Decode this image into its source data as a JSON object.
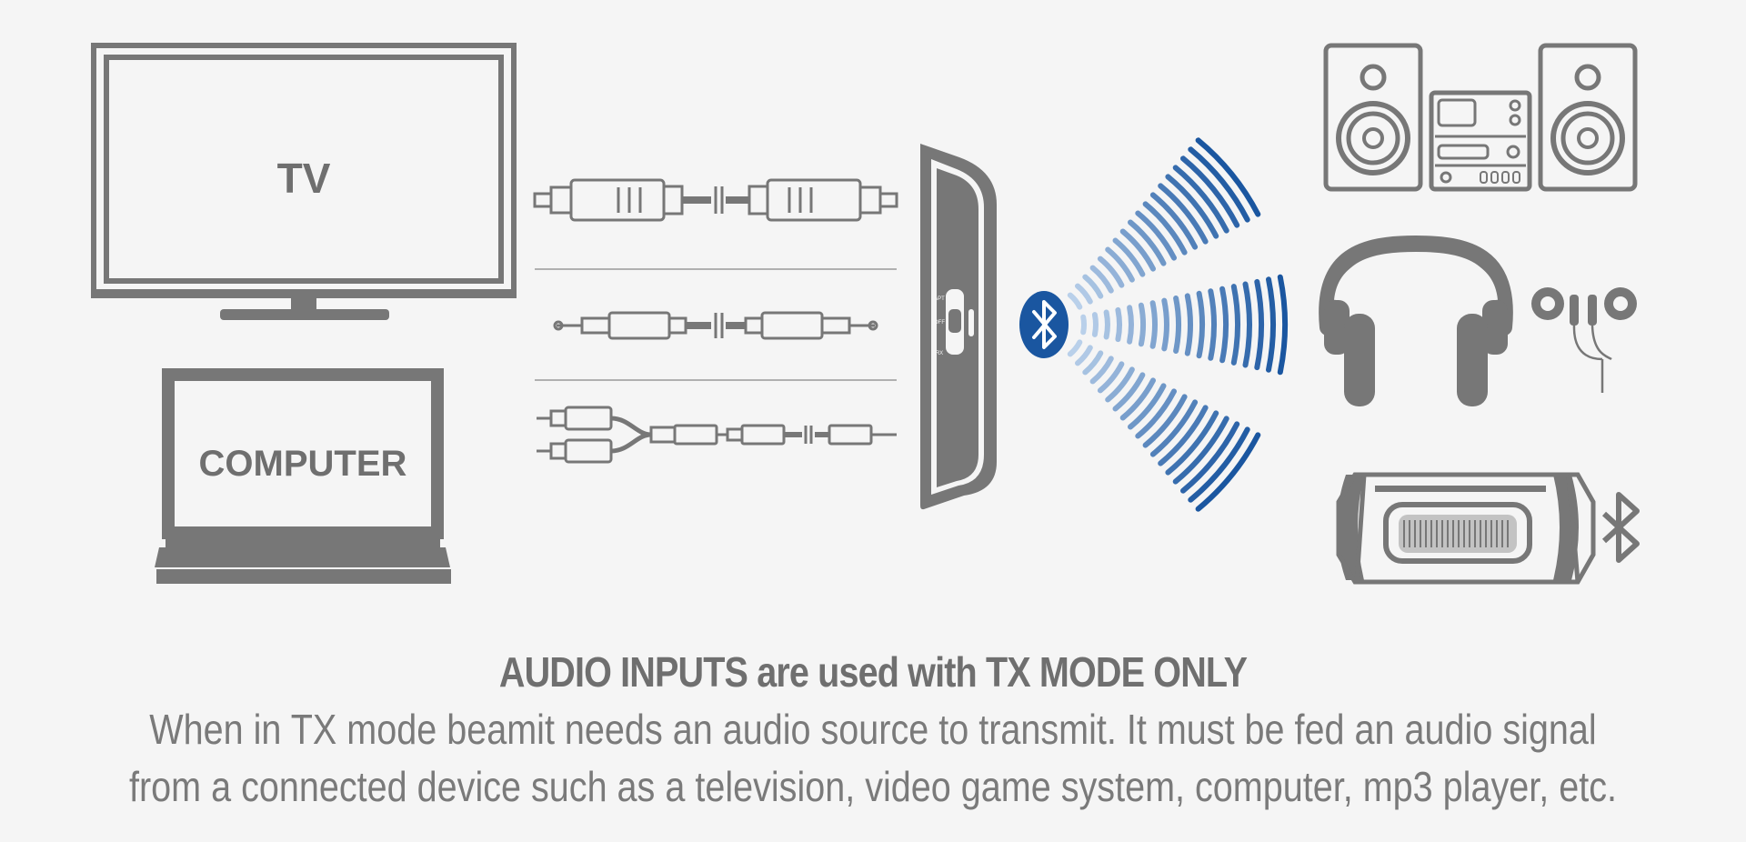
{
  "labels": {
    "tv": "TV",
    "computer": "COMPUTER"
  },
  "switch_labels": [
    "APT",
    "OFF",
    "RX"
  ],
  "caption": {
    "headline": "AUDIO INPUTS are used with TX MODE ONLY",
    "line1": "When in TX mode beamit needs an audio source to transmit. It must be fed an audio signal",
    "line2": "from a connected device such as a television, video game system, computer, mp3 player, etc."
  },
  "colors": {
    "icon_gray": "#777777",
    "background": "#f5f5f5",
    "bluetooth_blue": "#1a56a0",
    "wave_light": "#b9d0ea",
    "wave_dark": "#1a56a0"
  },
  "icons": [
    "tv-icon",
    "laptop-icon",
    "optical-cable-icon",
    "aux-cable-icon",
    "rca-cable-icon",
    "transmitter-icon",
    "bluetooth-icon",
    "speakers-stereo-icon",
    "headphones-icon",
    "earbuds-icon",
    "car-stereo-icon"
  ]
}
